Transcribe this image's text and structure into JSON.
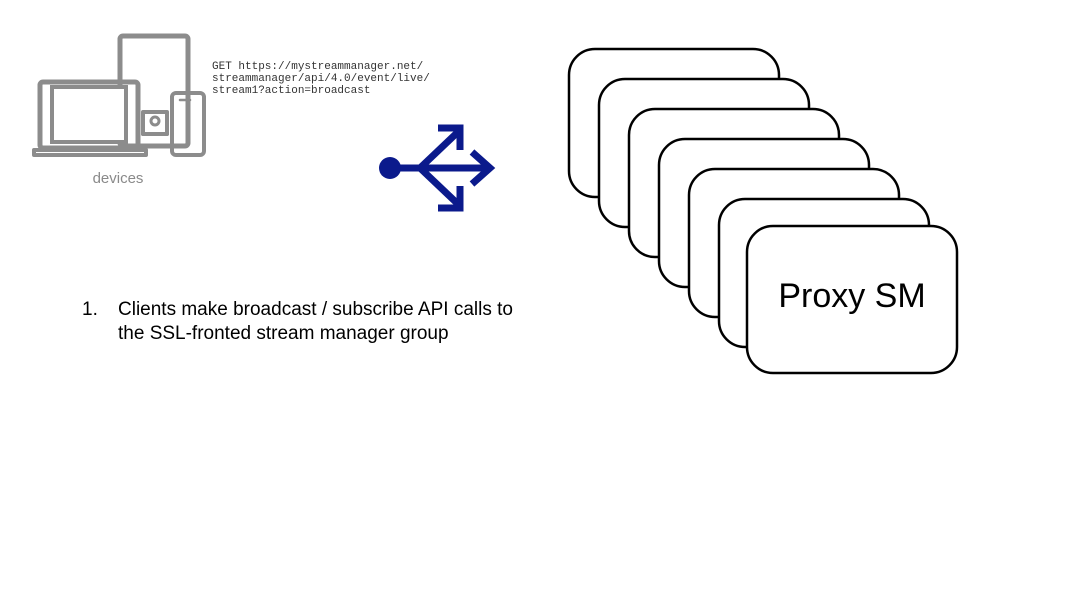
{
  "devices": {
    "label": "devices",
    "icon": "devices-icon"
  },
  "request": {
    "lines": [
      "GET https://mystreammanager.net/",
      "streammanager/api/4.0/event/live/",
      "stream1?action=broadcast"
    ]
  },
  "fanout": {
    "icon": "fan-out-arrows-icon",
    "color": "#0b1a8c"
  },
  "steps": [
    {
      "number": "1.",
      "text": "Clients make broadcast / subscribe API calls to the SSL-fronted stream manager group"
    }
  ],
  "proxy": {
    "label": "Proxy SM",
    "stack_count": 7
  }
}
